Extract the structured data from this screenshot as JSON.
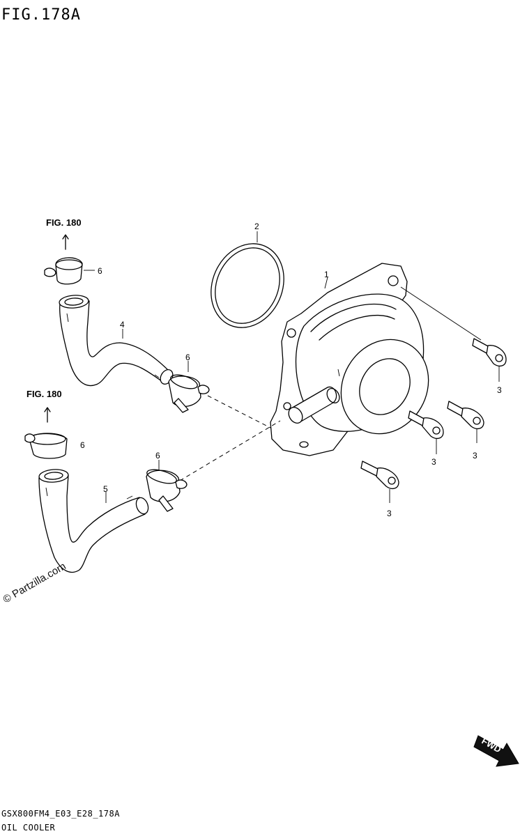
{
  "figure": {
    "title": "FIG.178A",
    "model_code": "GSX800FM4_E03_E28_178A",
    "name": "OIL COOLER"
  },
  "references": [
    {
      "label": "FIG. 180"
    },
    {
      "label": "FIG. 180"
    }
  ],
  "callouts": [
    "1",
    "2",
    "3",
    "3",
    "3",
    "3",
    "4",
    "5",
    "6",
    "6",
    "6",
    "6"
  ],
  "fwd_badge": "FWD",
  "watermark": "© Partzilla.com"
}
